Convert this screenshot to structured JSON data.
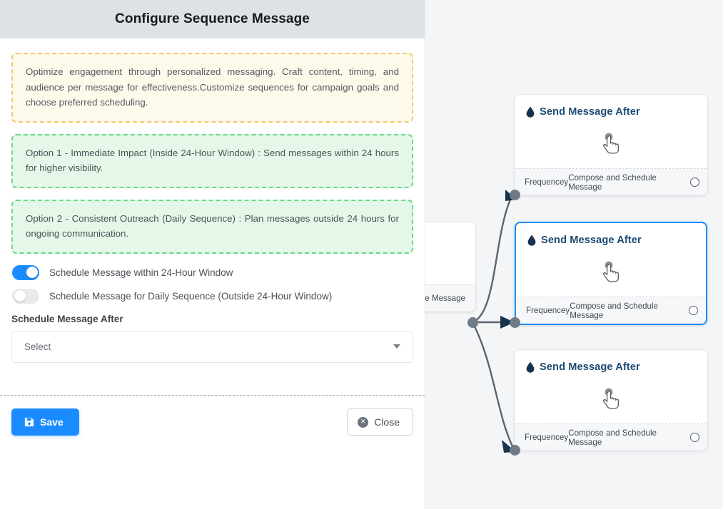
{
  "panel": {
    "header": {
      "title": "Configure Sequence Message"
    },
    "notes": [
      {
        "kind": "info",
        "text": "Optimize engagement through personalized messaging. Craft content, timing, and audience per message for effectiveness.Customize sequences for campaign goals and choose preferred scheduling."
      },
      {
        "kind": "success",
        "text": "Option 1 - Immediate Impact (Inside 24-Hour Window) : Send messages within 24 hours for higher visibility."
      },
      {
        "kind": "success",
        "text": "Option 2 - Consistent Outreach (Daily Sequence) : Plan messages outside 24 hours for ongoing communication."
      }
    ],
    "toggles": [
      {
        "label": "Schedule Message within 24-Hour Window",
        "state": "on"
      },
      {
        "label": "Schedule Message for Daily Sequence (Outside 24-Hour Window)",
        "state": "off"
      }
    ],
    "schedule_field": {
      "label": "Schedule Message After",
      "selected_value": "Select",
      "placeholder": "Select"
    },
    "footer": {
      "save_label": "Save",
      "close_label": "Close",
      "close_icon_glyph": "✕"
    }
  },
  "canvas": {
    "background_color": "#f4f5f7",
    "accent_color": "#1a8cff",
    "nodes": [
      {
        "title": "Send Message After",
        "footer_left": "Frequencey",
        "footer_right": "Compose and Schedule Message",
        "selected": false
      },
      {
        "title": "Send Message After",
        "footer_left": "Frequencey",
        "footer_right": "Compose and Schedule Message",
        "selected": true
      },
      {
        "title": "Send Message After",
        "footer_left": "Frequencey",
        "footer_right": "Compose and Schedule Message",
        "selected": false
      }
    ],
    "partial_node": {
      "footer_right": "ce Message"
    }
  }
}
